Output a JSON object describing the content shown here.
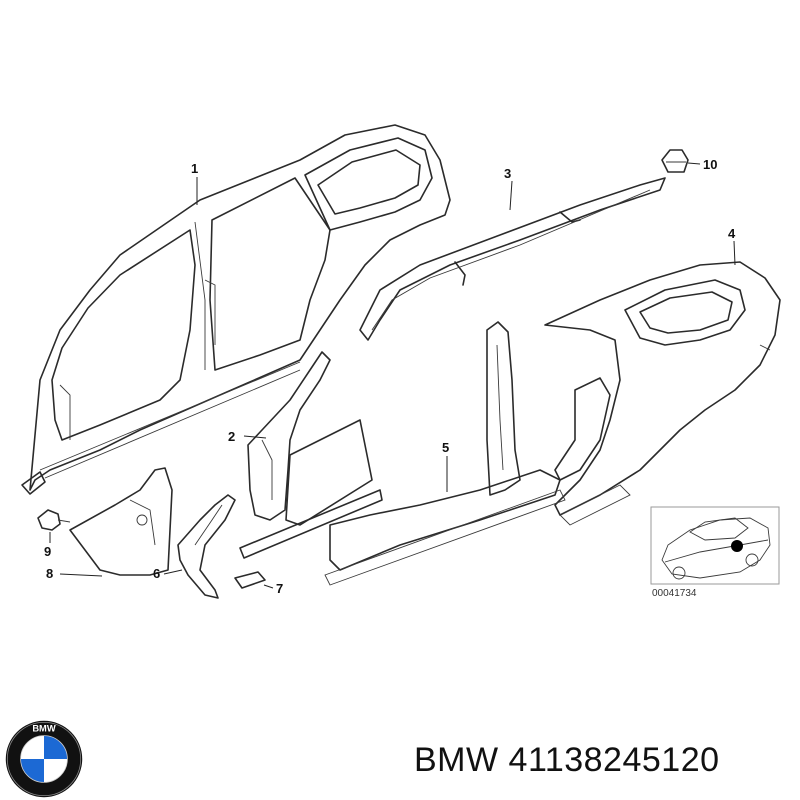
{
  "callouts": {
    "c1": "1",
    "c2": "2",
    "c3": "3",
    "c4": "4",
    "c5": "5",
    "c6": "6",
    "c7": "7",
    "c8": "8",
    "c9": "9",
    "c10": "10"
  },
  "inset": {
    "diagram_id": "00041734"
  },
  "caption": {
    "brand": "BMW",
    "part_number": "41138245120",
    "text": "BMW 41138245120"
  },
  "logo": {
    "text": "BMW",
    "colors": {
      "ring": "#111111",
      "blue": "#1c69d4",
      "white": "#ffffff"
    }
  },
  "colors": {
    "line": "#2b2b2b",
    "background": "#ffffff",
    "marker": "#000000"
  }
}
